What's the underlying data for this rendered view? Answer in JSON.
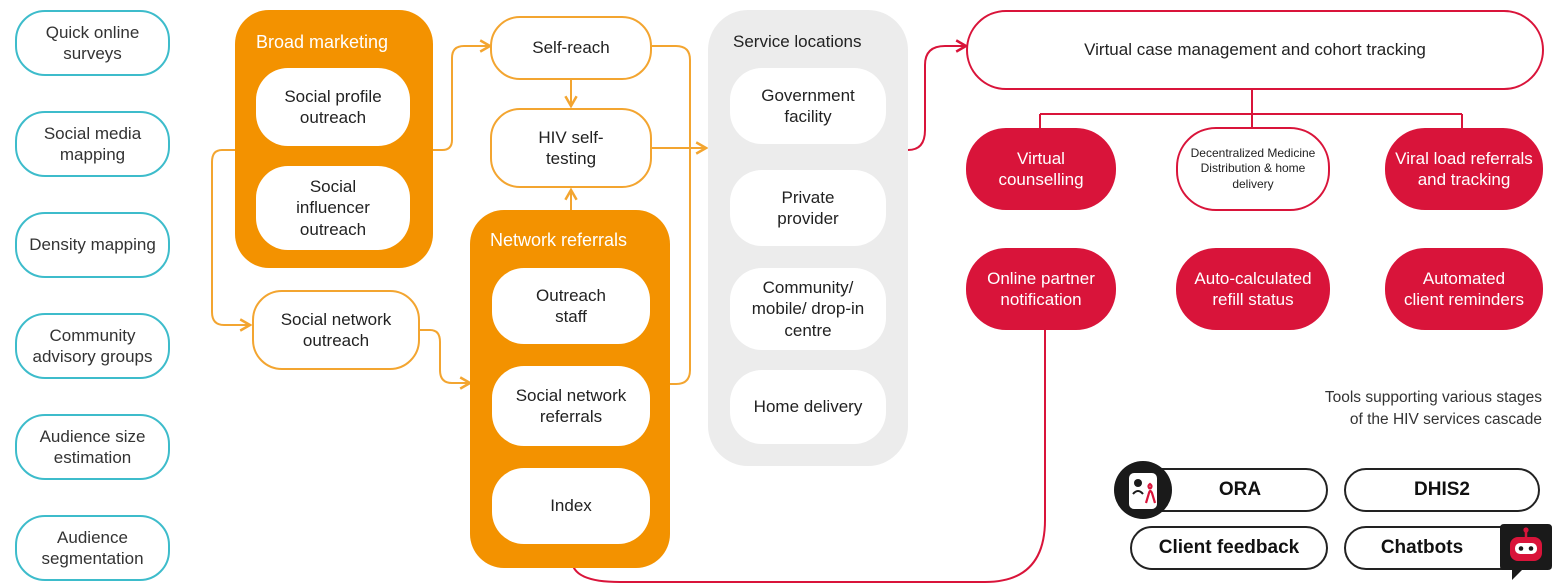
{
  "left_column": [
    {
      "label": "Quick online surveys"
    },
    {
      "label": "Social media mapping"
    },
    {
      "label": "Density mapping"
    },
    {
      "label": "Community advisory groups"
    },
    {
      "label": "Audience size estimation"
    },
    {
      "label": "Audience segmentation"
    }
  ],
  "broad_marketing": {
    "title": "Broad marketing",
    "items": [
      "Social profile outreach",
      "Social influencer outreach"
    ]
  },
  "social_network_outreach": "Social network outreach",
  "self_reach": "Self-reach",
  "hiv_self_testing": "HIV self-testing",
  "network_referrals": {
    "title": "Network referrals",
    "items": [
      "Outreach staff",
      "Social network referrals",
      "Index"
    ]
  },
  "service_locations": {
    "title": "Service locations",
    "items": [
      "Government facility",
      "Private provider",
      "Community/ mobile/ drop-in centre",
      "Home delivery"
    ]
  },
  "virtual_case": "Virtual case management and cohort tracking",
  "virtual_services_row1": [
    "Virtual counselling",
    "Decentralized Medicine Distribution & home delivery",
    "Viral load referrals and tracking"
  ],
  "virtual_services_row2": [
    "Online partner notification",
    "Auto-calculated refill status",
    "Automated client reminders"
  ],
  "tools_caption": {
    "line1": "Tools supporting various stages",
    "line2": "of the HIV services cascade"
  },
  "tools": [
    "ORA",
    "DHIS2",
    "Client feedback",
    "Chatbots"
  ],
  "icons": {
    "ora": "hiv-ribbon-person-icon",
    "chatbots": "robot-chat-icon"
  },
  "colors": {
    "teal": "#3dbccb",
    "orange": "#f39200",
    "red": "#d9143a",
    "grey": "#ececec"
  }
}
